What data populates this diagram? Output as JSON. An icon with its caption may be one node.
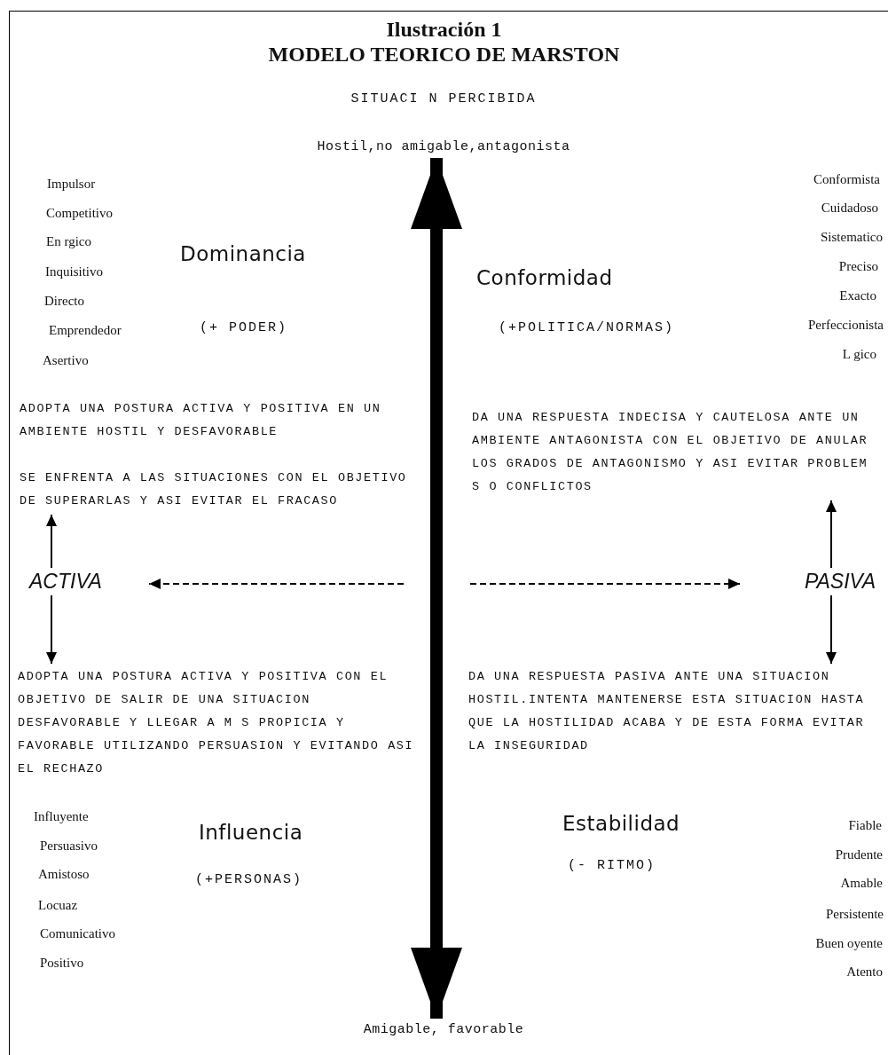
{
  "diagram": {
    "title": "Ilustración 1",
    "nodes": [
      {
        "text": [
          "Hostil,no amigable,antagonista"
        ]
      },
      {
        "text": [
          "Amigable, favorable"
        ]
      },
      {
        "text": [
          "ACTIVA"
        ]
      },
      {
        "text": [
          "PASIVA"
        ]
      },
      {
        "text": [
          "SE ENFRENTA A LAS SITUACIONES CON EL OBJETIVO DE SUPERARLAS Y ASI EVITAR EL FRACASO"
        ]
      },
      {
        "text": [
          "ADOPTA UNA POSTURA ACTIVA Y POSITIVA CON EL OBJETIVO DE SALIR DE UNA SITUACION DESFAVORABLE Y LLEGAR A M S PROPICIA Y FAVORABLE UTILIZANDO PERSUASION Y EVITANDO ASI EL RECHAZO"
        ]
      },
      {
        "text": [
          "DA UNA RESPUESTA INDECISA Y CAUTELOSA ANTE UN AMBIENTE ANTAGONISTA CON EL OBJETIVO DE ANULAR LOS GRADOS DE ANTAGONISMO Y ASI EVITAR PROBLEM S O CONFLICTOS"
        ]
      },
      {
        "text": [
          "DA UNA RESPUESTA PASIVA ANTE UNA SITUACION HOSTIL.INTENTA MANTENERSE ESTA SITUACION HASTA QUE LA HOSTILIDAD ACABA Y DE ESTA FORMA EVITAR LA INSEGURIDAD"
        ]
      }
    ],
    "edges": [
      {
        "from": 0,
        "to": 1,
        "arrow": "both",
        "style": "thick"
      },
      {
        "from": null,
        "to": 2,
        "arrow": "to",
        "style": "dashed"
      },
      {
        "from": null,
        "to": 3,
        "arrow": "to",
        "style": "dashed"
      },
      {
        "from": 2,
        "to": 4,
        "arrow": "to"
      },
      {
        "from": 2,
        "to": 5,
        "arrow": "to"
      },
      {
        "from": 3,
        "to": 6,
        "arrow": "to"
      },
      {
        "from": 3,
        "to": 7,
        "arrow": "to"
      }
    ],
    "labels": [
      "MODELO TEORICO DE MARSTON",
      "SITUACI N PERCIBIDA",
      "Impulsor",
      "Competitivo",
      "En rgico",
      "Inquisitivo",
      "Directo",
      "Emprendedor",
      "Asertivo",
      "Dominancia",
      "(+ PODER)",
      "Conformista",
      "Cuidadoso",
      "Sistematico",
      "Preciso",
      "Exacto",
      "Perfeccionista",
      "L gico",
      "Conformidad",
      "(+POLITICA/NORMAS)",
      "ADOPTA UNA POSTURA ACTIVA Y POSITIVA EN UN AMBIENTE HOSTIL Y DESFAVORABLE",
      "Influyente",
      "Persuasivo",
      "Amistoso",
      "Locuaz",
      "Comunicativo",
      "Positivo",
      "Influencia",
      "(+PERSONAS)",
      "Estabilidad",
      "(- RITMO)",
      "Fiable",
      "Prudente",
      "Amable",
      "Persistente",
      "Buen oyente",
      "Atento"
    ]
  }
}
